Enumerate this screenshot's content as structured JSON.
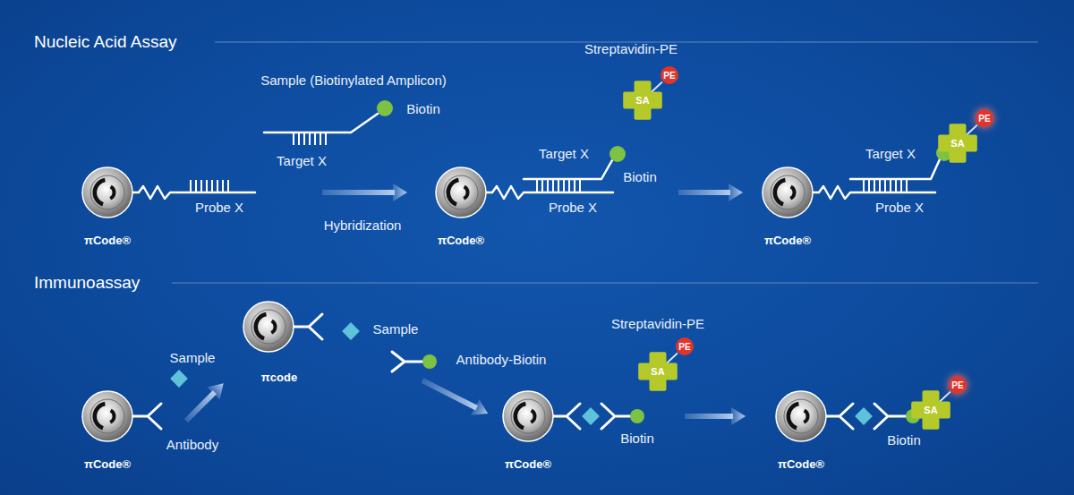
{
  "diagram": {
    "nodes": [
      {
        "text": [
          "πCode®"
        ]
      },
      {
        "text": [
          "πCode®"
        ]
      },
      {
        "text": [
          "SA"
        ]
      },
      {
        "text": [
          "PE"
        ]
      },
      {
        "text": [
          "πCode®"
        ]
      },
      {
        "text": [
          "SA"
        ]
      },
      {
        "text": [
          "PE"
        ]
      },
      {
        "text": [
          "πCode®"
        ]
      },
      {
        "text": [
          "πcode"
        ]
      },
      {
        "text": [
          "πCode®"
        ]
      },
      {
        "text": [
          "SA"
        ]
      },
      {
        "text": [
          "PE"
        ]
      },
      {
        "text": [
          "πCode®"
        ]
      },
      {
        "text": [
          "SA"
        ]
      },
      {
        "text": [
          "PE"
        ]
      }
    ],
    "edges": [
      {
        "from": 2,
        "to": 3,
        "arrow": "none"
      },
      {
        "from": 5,
        "to": 6,
        "arrow": "none"
      },
      {
        "from": 10,
        "to": 11,
        "arrow": "none"
      },
      {
        "from": 13,
        "to": 14,
        "arrow": "none"
      }
    ],
    "labels": [
      "Nucleic Acid Assay",
      "Sample (Biotinylated Amplicon)",
      "Biotin",
      "Target X",
      "Probe X",
      "Hybridization",
      "Streptavidin-PE",
      "Target X",
      "Biotin",
      "Probe X",
      "Target X",
      "Probe X",
      "Immunoassay",
      "Sample",
      "Antibody",
      "Sample",
      "Antibody-Biotin",
      "Streptavidin-PE",
      "Biotin",
      "Biotin"
    ]
  }
}
